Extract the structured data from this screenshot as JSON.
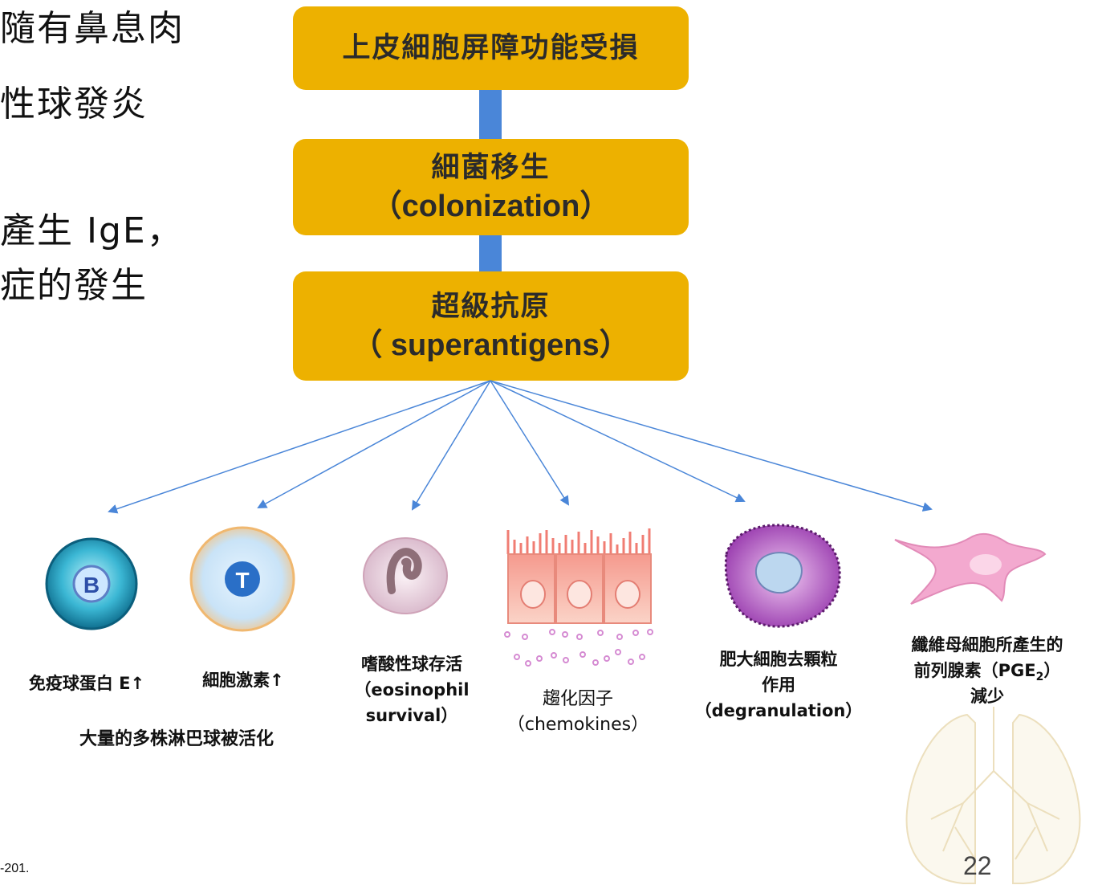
{
  "left_text": {
    "line1": "隨有鼻息肉",
    "line2": "性球發炎",
    "line3": "產生 IgE，",
    "line4": "症的發生"
  },
  "flow": {
    "box1": {
      "line1": "上皮細胞屏障功能受損"
    },
    "box2": {
      "line1": "細菌移生",
      "line2": "（colonization）"
    },
    "box3": {
      "line1": "超級抗原",
      "line2": "（ superantigens）"
    }
  },
  "cells": {
    "b_cell_letter": "B",
    "t_cell_letter": "T"
  },
  "labels": {
    "ige": "免疫球蛋白 E↑",
    "cytokine": "細胞激素↑",
    "lymphocyte_group": "大量的多株淋巴球被活化",
    "eos_line1": "嗜酸性球存活",
    "eos_line2": "（eosinophil",
    "eos_line3": "survival）",
    "chemo_line1": "趨化因子",
    "chemo_line2": "（chemokines）",
    "mast_line1": "肥大細胞去顆粒",
    "mast_line2": "作用",
    "mast_line3": "（degranulation）",
    "fibro_line1": "纖維母細胞所產生的",
    "fibro_line2_pre": "前列腺素（PGE",
    "fibro_line2_sub": "2",
    "fibro_line2_post": "）",
    "fibro_line3": "減少"
  },
  "footer": {
    "reference_fragment": "-201.",
    "slide_number": "22"
  },
  "colors": {
    "box_fill": "#EDB100",
    "arrow": "#4a86d8"
  }
}
